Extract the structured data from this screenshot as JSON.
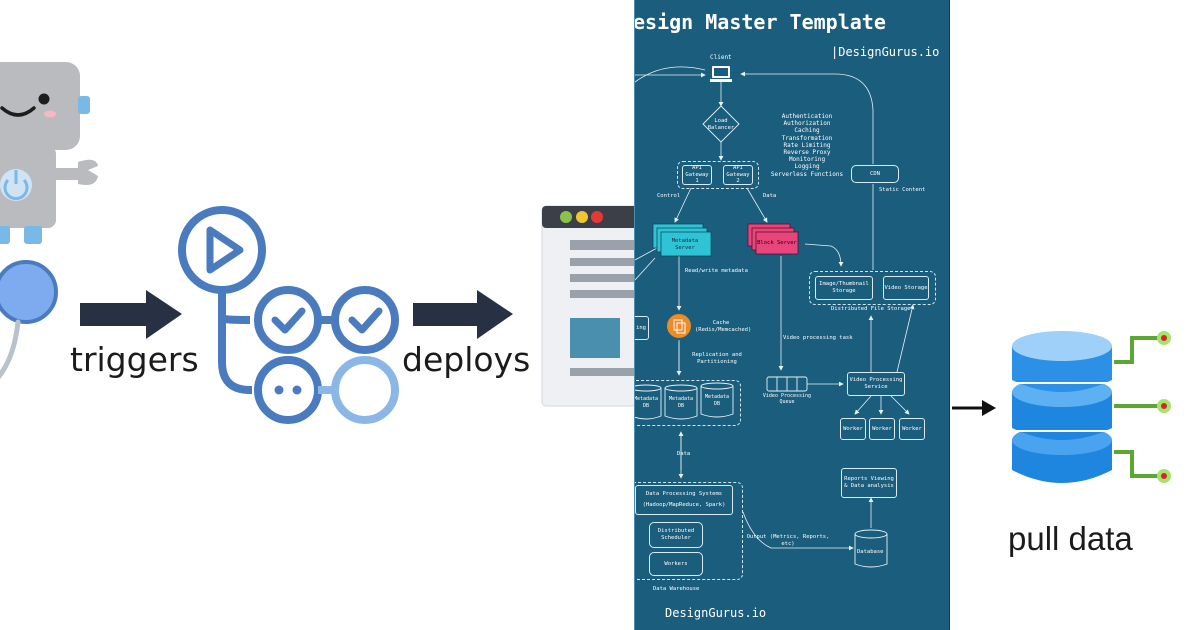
{
  "left": {
    "triggers_label": "triggers",
    "deploys_label": "deploys"
  },
  "panel": {
    "title": "esign Master Template",
    "brand_top": "|DesignGurus.io",
    "brand_bottom": "DesignGurus.io",
    "client": "Client",
    "load_balancer": "Load Balancer",
    "gateway_1": "API Gateway 1",
    "gateway_2": "API Gateway 2",
    "gateway_features": [
      "Authentication",
      "Authorization",
      "Caching",
      "Transformation",
      "Rate Limiting",
      "Reverse Proxy",
      "Monitoring",
      "Logging",
      "Serverless Functions"
    ],
    "cdn": "CDN",
    "static_content": "Static Content",
    "control": "Control",
    "data": "Data",
    "metadata_server": "Metadata Server",
    "block_server": "Block Server",
    "read_write_metadata": "Read/write metadata",
    "image_thumbnail_storage": "Image/Thumbnail Storage",
    "video_storage": "Video Storage",
    "distributed_file_storage": "Distributed File Storage",
    "cache": "Cache (Redis/Memcached)",
    "cache_left_fragment": "ing",
    "replication": "Replication and Partitioning",
    "video_processing_task": "Video processing task",
    "metadata_db_left": "Metadata DB",
    "metadata_db": "Metadata DB",
    "metadata_db_right": "Metadata DB",
    "video_processing_queue": "Video Processing Queue",
    "video_processing_service": "Video Processing Service",
    "worker": "Worker",
    "data_link": "Data",
    "reports": "Reports Viewing & Data analysis",
    "data_processing_systems": "Data Processing Systems",
    "data_processing_tools": "(Hadoop/MapReduce, Spark)",
    "distributed_scheduler": "Distributed Scheduler",
    "workers": "Workers",
    "output": "Output (Metrics, Reports, etc)",
    "database": "Database",
    "data_warehouse": "Data Warehouse"
  },
  "right": {
    "pull_data_label": "pull data"
  },
  "colors": {
    "panel_bg": "#1b5d7c",
    "workflow_blue": "#4a7bbf",
    "arrow_navy": "#283044",
    "metadata_teal": "#2ec4d6",
    "block_pink": "#e8457a",
    "cache_orange": "#f08a24",
    "db_blue": "#1f86e0",
    "connector_green": "#5aa832",
    "connector_red": "#d4252b"
  }
}
